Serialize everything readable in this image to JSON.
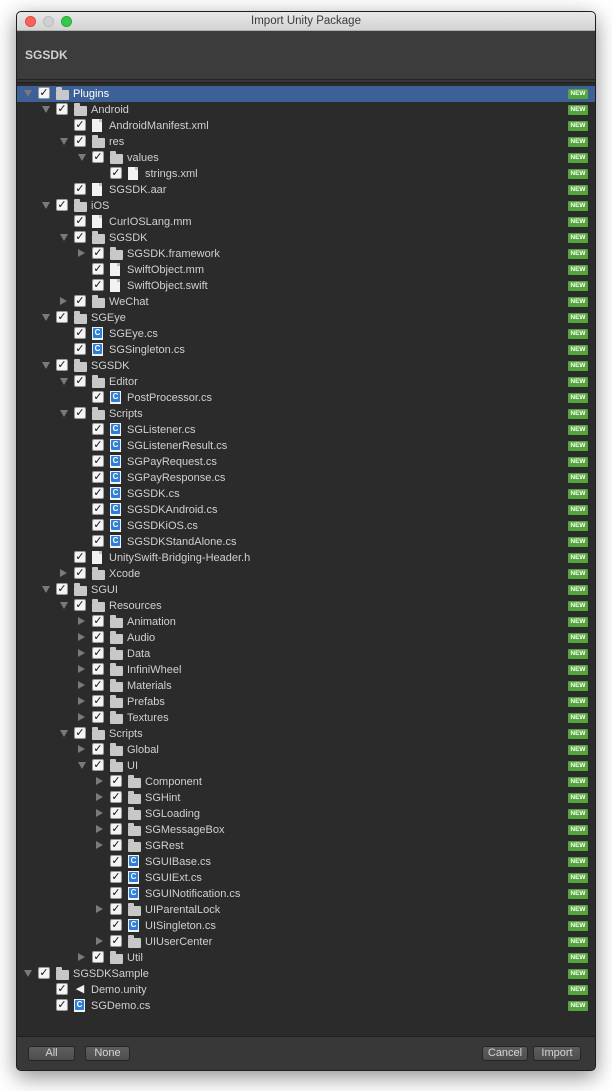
{
  "window": {
    "title": "Import Unity Package"
  },
  "package": {
    "title": "SGSDK"
  },
  "badge_label": "NEW",
  "tree": [
    {
      "label": "Plugins",
      "depth": 0,
      "type": "folder",
      "arrow": "down",
      "checked": true,
      "selected": true
    },
    {
      "label": "Android",
      "depth": 1,
      "type": "folder",
      "arrow": "down",
      "checked": true
    },
    {
      "label": "AndroidManifest.xml",
      "depth": 2,
      "type": "file",
      "arrow": "none",
      "checked": true
    },
    {
      "label": "res",
      "depth": 2,
      "type": "folder",
      "arrow": "down",
      "checked": true
    },
    {
      "label": "values",
      "depth": 3,
      "type": "folder",
      "arrow": "down",
      "checked": true
    },
    {
      "label": "strings.xml",
      "depth": 4,
      "type": "file",
      "arrow": "none",
      "checked": true
    },
    {
      "label": "SGSDK.aar",
      "depth": 2,
      "type": "file",
      "arrow": "none",
      "checked": true
    },
    {
      "label": "iOS",
      "depth": 1,
      "type": "folder",
      "arrow": "down",
      "checked": true
    },
    {
      "label": "CurIOSLang.mm",
      "depth": 2,
      "type": "file",
      "arrow": "none",
      "checked": true
    },
    {
      "label": "SGSDK",
      "depth": 2,
      "type": "folder",
      "arrow": "down",
      "checked": true
    },
    {
      "label": "SGSDK.framework",
      "depth": 3,
      "type": "folder",
      "arrow": "right",
      "checked": true
    },
    {
      "label": "SwiftObject.mm",
      "depth": 3,
      "type": "file",
      "arrow": "none",
      "checked": true
    },
    {
      "label": "SwiftObject.swift",
      "depth": 3,
      "type": "file",
      "arrow": "none",
      "checked": true
    },
    {
      "label": "WeChat",
      "depth": 2,
      "type": "folder",
      "arrow": "right",
      "checked": true
    },
    {
      "label": "SGEye",
      "depth": 1,
      "type": "folder",
      "arrow": "down",
      "checked": true
    },
    {
      "label": "SGEye.cs",
      "depth": 2,
      "type": "cs",
      "arrow": "none",
      "checked": true
    },
    {
      "label": "SGSingleton.cs",
      "depth": 2,
      "type": "cs",
      "arrow": "none",
      "checked": true
    },
    {
      "label": "SGSDK",
      "depth": 1,
      "type": "folder",
      "arrow": "down",
      "checked": true
    },
    {
      "label": "Editor",
      "depth": 2,
      "type": "folder",
      "arrow": "down",
      "checked": true
    },
    {
      "label": "PostProcessor.cs",
      "depth": 3,
      "type": "cs",
      "arrow": "none",
      "checked": true
    },
    {
      "label": "Scripts",
      "depth": 2,
      "type": "folder",
      "arrow": "down",
      "checked": true
    },
    {
      "label": "SGListener.cs",
      "depth": 3,
      "type": "cs",
      "arrow": "none",
      "checked": true
    },
    {
      "label": "SGListenerResult.cs",
      "depth": 3,
      "type": "cs",
      "arrow": "none",
      "checked": true
    },
    {
      "label": "SGPayRequest.cs",
      "depth": 3,
      "type": "cs",
      "arrow": "none",
      "checked": true
    },
    {
      "label": "SGPayResponse.cs",
      "depth": 3,
      "type": "cs",
      "arrow": "none",
      "checked": true
    },
    {
      "label": "SGSDK.cs",
      "depth": 3,
      "type": "cs",
      "arrow": "none",
      "checked": true
    },
    {
      "label": "SGSDKAndroid.cs",
      "depth": 3,
      "type": "cs",
      "arrow": "none",
      "checked": true
    },
    {
      "label": "SGSDKiOS.cs",
      "depth": 3,
      "type": "cs",
      "arrow": "none",
      "checked": true
    },
    {
      "label": "SGSDKStandAlone.cs",
      "depth": 3,
      "type": "cs",
      "arrow": "none",
      "checked": true
    },
    {
      "label": "UnitySwift-Bridging-Header.h",
      "depth": 2,
      "type": "file",
      "arrow": "none",
      "checked": true
    },
    {
      "label": "Xcode",
      "depth": 2,
      "type": "folder",
      "arrow": "right",
      "checked": true
    },
    {
      "label": "SGUI",
      "depth": 1,
      "type": "folder",
      "arrow": "down",
      "checked": true
    },
    {
      "label": "Resources",
      "depth": 2,
      "type": "folder",
      "arrow": "down",
      "checked": true
    },
    {
      "label": "Animation",
      "depth": 3,
      "type": "folder",
      "arrow": "right",
      "checked": true
    },
    {
      "label": "Audio",
      "depth": 3,
      "type": "folder",
      "arrow": "right",
      "checked": true
    },
    {
      "label": "Data",
      "depth": 3,
      "type": "folder",
      "arrow": "right",
      "checked": true
    },
    {
      "label": "InfiniWheel",
      "depth": 3,
      "type": "folder",
      "arrow": "right",
      "checked": true
    },
    {
      "label": "Materials",
      "depth": 3,
      "type": "folder",
      "arrow": "right",
      "checked": true
    },
    {
      "label": "Prefabs",
      "depth": 3,
      "type": "folder",
      "arrow": "right",
      "checked": true
    },
    {
      "label": "Textures",
      "depth": 3,
      "type": "folder",
      "arrow": "right",
      "checked": true
    },
    {
      "label": "Scripts",
      "depth": 2,
      "type": "folder",
      "arrow": "down",
      "checked": true
    },
    {
      "label": "Global",
      "depth": 3,
      "type": "folder",
      "arrow": "right",
      "checked": true
    },
    {
      "label": "UI",
      "depth": 3,
      "type": "folder",
      "arrow": "down",
      "checked": true
    },
    {
      "label": "Component",
      "depth": 4,
      "type": "folder",
      "arrow": "right",
      "checked": true
    },
    {
      "label": "SGHint",
      "depth": 4,
      "type": "folder",
      "arrow": "right",
      "checked": true
    },
    {
      "label": "SGLoading",
      "depth": 4,
      "type": "folder",
      "arrow": "right",
      "checked": true
    },
    {
      "label": "SGMessageBox",
      "depth": 4,
      "type": "folder",
      "arrow": "right",
      "checked": true
    },
    {
      "label": "SGRest",
      "depth": 4,
      "type": "folder",
      "arrow": "right",
      "checked": true
    },
    {
      "label": "SGUIBase.cs",
      "depth": 4,
      "type": "cs",
      "arrow": "none",
      "checked": true
    },
    {
      "label": "SGUIExt.cs",
      "depth": 4,
      "type": "cs",
      "arrow": "none",
      "checked": true
    },
    {
      "label": "SGUINotification.cs",
      "depth": 4,
      "type": "cs",
      "arrow": "none",
      "checked": true
    },
    {
      "label": "UIParentalLock",
      "depth": 4,
      "type": "folder",
      "arrow": "right",
      "checked": true
    },
    {
      "label": "UISingleton.cs",
      "depth": 4,
      "type": "cs",
      "arrow": "none",
      "checked": true
    },
    {
      "label": "UIUserCenter",
      "depth": 4,
      "type": "folder",
      "arrow": "right",
      "checked": true
    },
    {
      "label": "Util",
      "depth": 3,
      "type": "folder",
      "arrow": "right",
      "checked": true
    },
    {
      "label": "SGSDKSample",
      "depth": 0,
      "type": "folder",
      "arrow": "down",
      "checked": true
    },
    {
      "label": "Demo.unity",
      "depth": 1,
      "type": "unity",
      "arrow": "none",
      "checked": true
    },
    {
      "label": "SGDemo.cs",
      "depth": 1,
      "type": "cs",
      "arrow": "none",
      "checked": true
    }
  ],
  "footer": {
    "all_label": "All",
    "none_label": "None",
    "cancel_label": "Cancel",
    "import_label": "Import"
  }
}
